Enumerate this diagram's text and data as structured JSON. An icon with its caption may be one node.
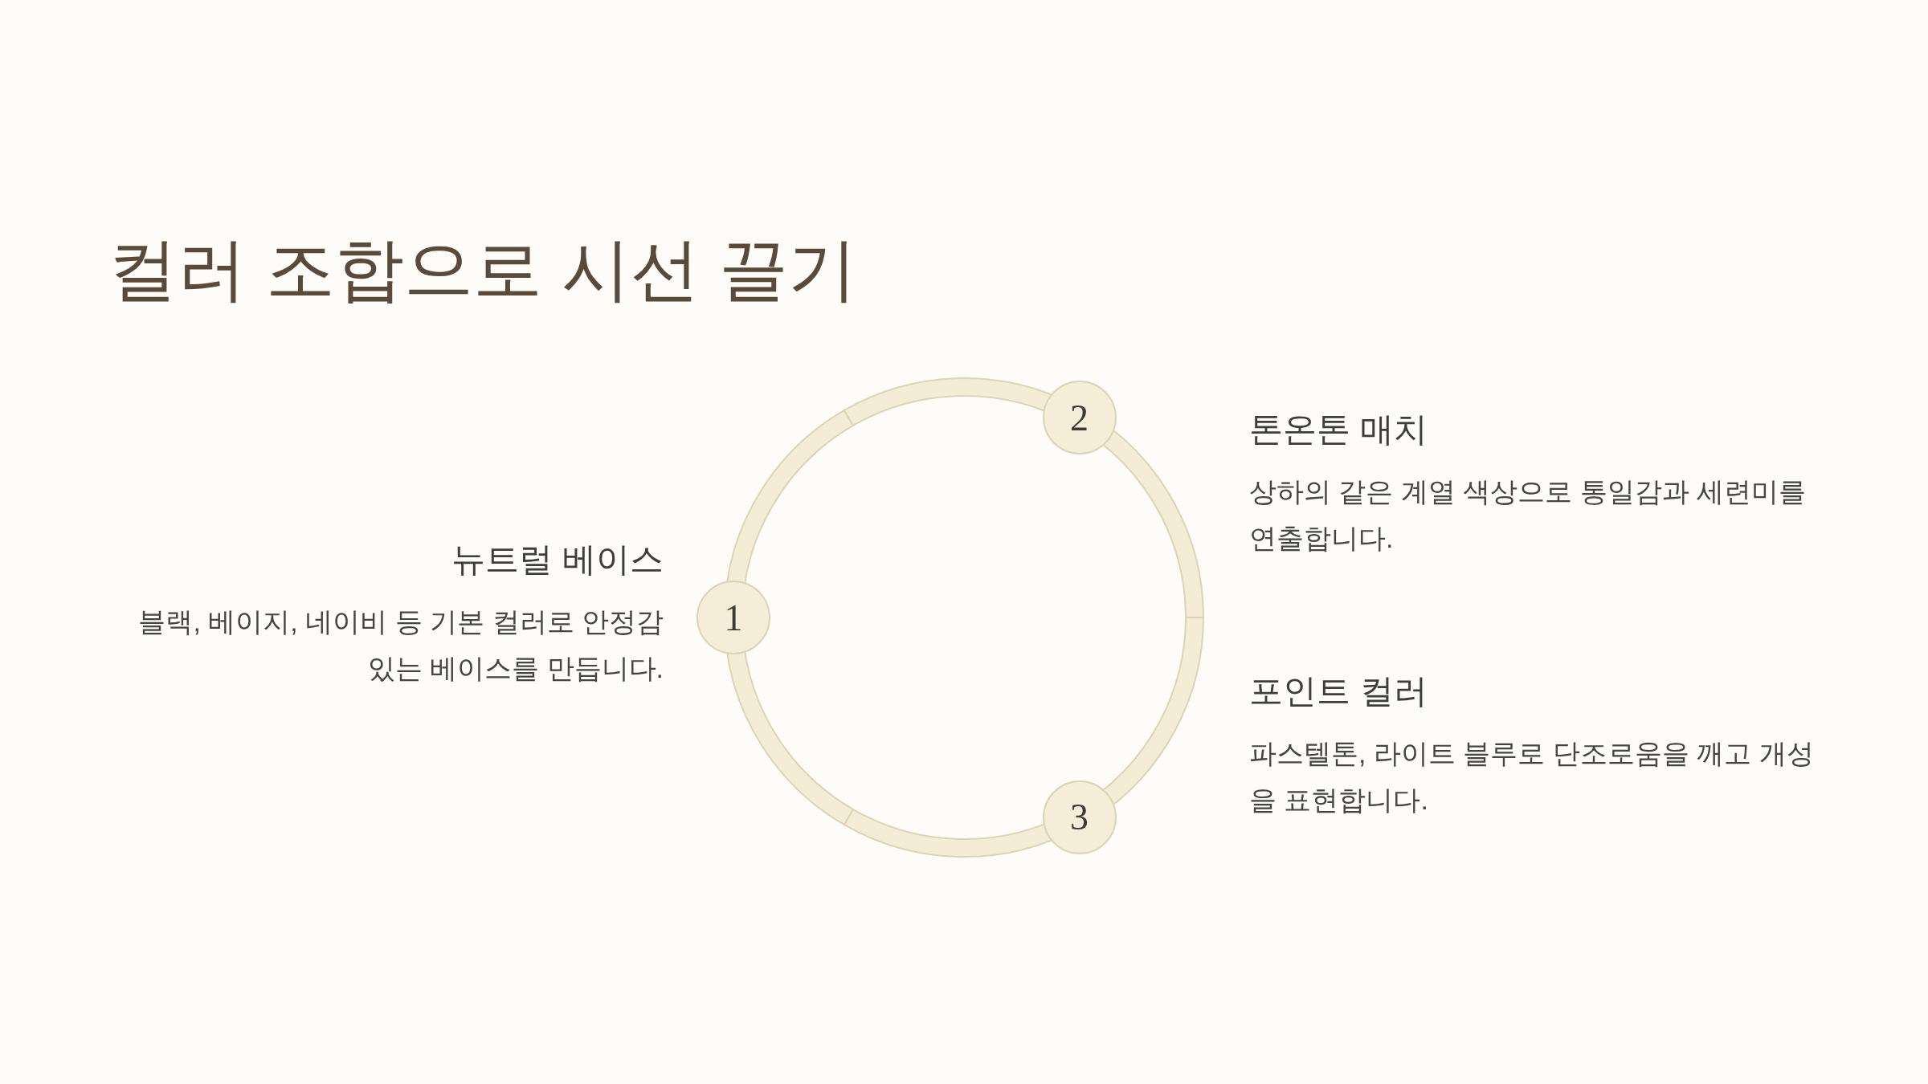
{
  "diagram": {
    "title": "컬러 조합으로 시선 끌기",
    "nodes": [
      {
        "text": [
          "1"
        ],
        "beside": [
          "뉴트럴 베이스",
          "블랙, 베이지, 네이비 등 기본 컬러로 안정감 있는 베이스를 만듭니다."
        ]
      },
      {
        "text": [
          "2"
        ],
        "beside": [
          "톤온톤 매치",
          "상하의 같은 계열 색상으로 통일감과 세련미를 연출합니다."
        ]
      },
      {
        "text": [
          "3"
        ],
        "beside": [
          "포인트 컬러",
          "파스텔톤, 라이트 블루로 단조로움을 깨고 개성을 표현합니다."
        ]
      }
    ]
  }
}
